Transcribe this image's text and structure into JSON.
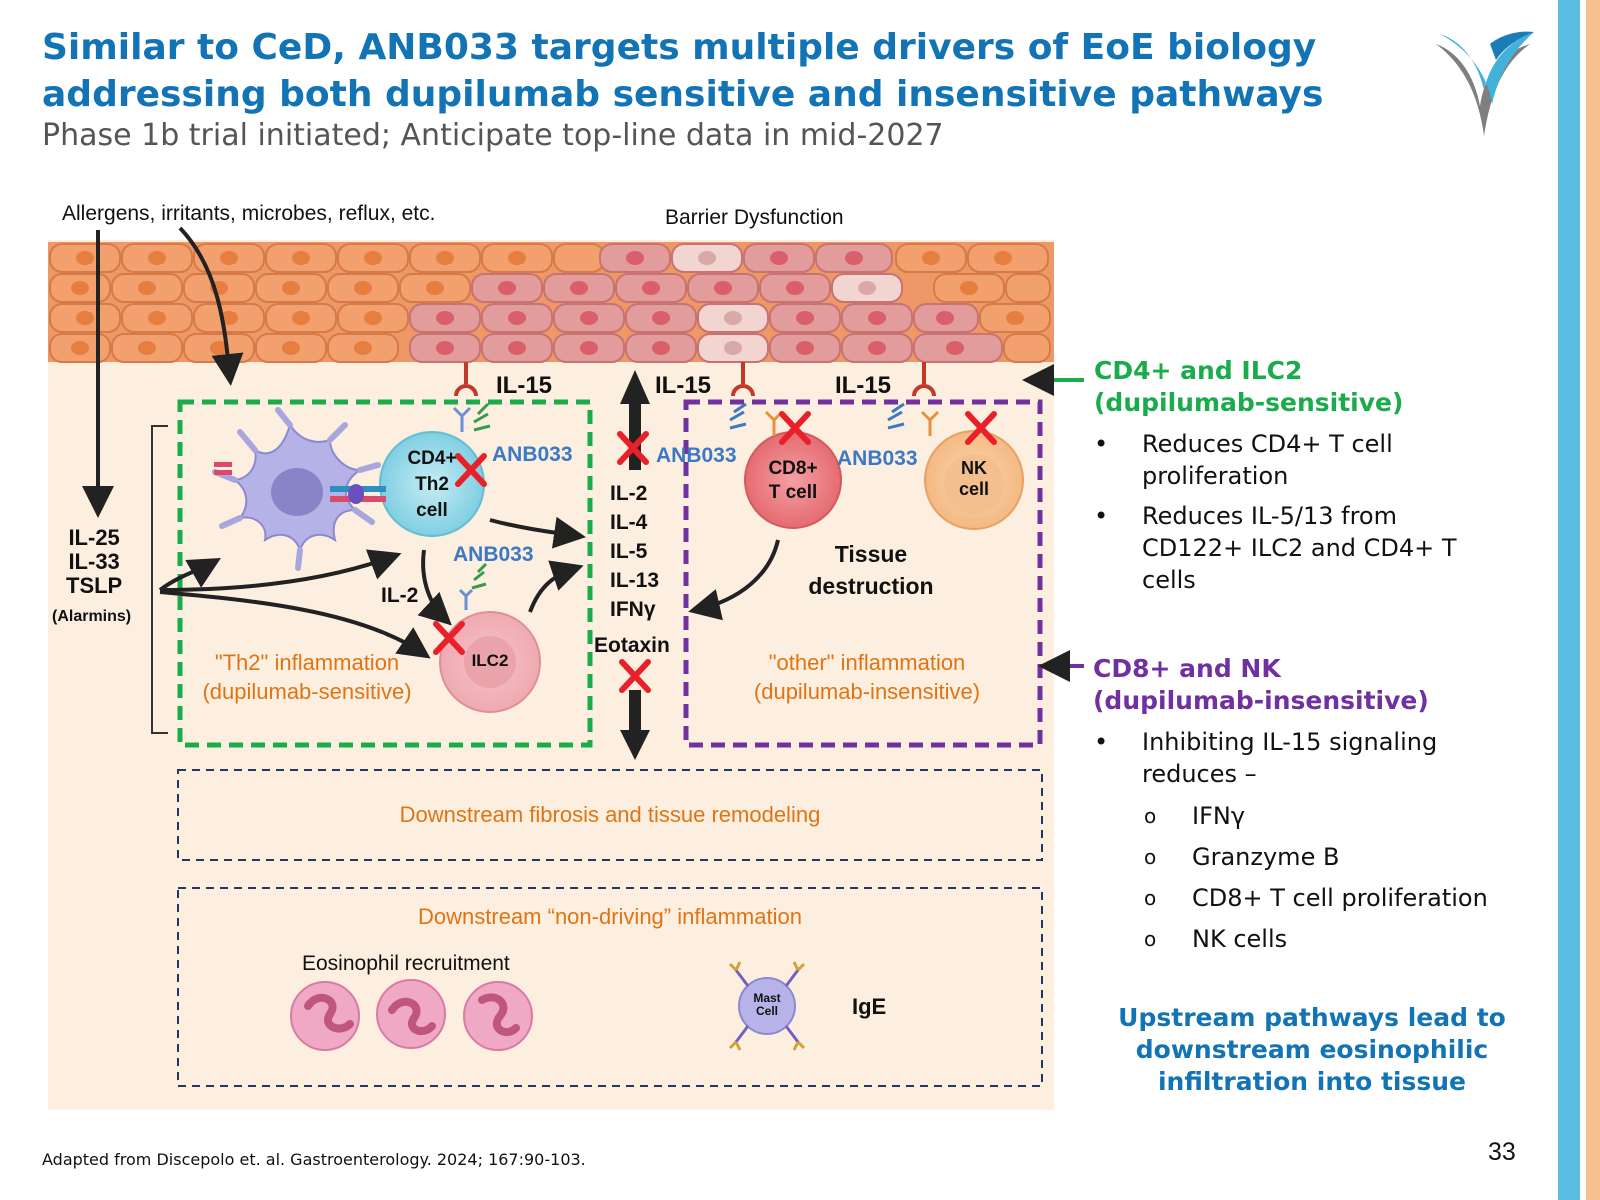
{
  "slide": {
    "title_line1": "Similar to CeD, ANB033 targets multiple drivers of EoE biology",
    "title_line2": "addressing both dupilumab sensitive and insensitive pathways",
    "subtitle": "Phase 1b trial initiated; Anticipate top-line data in mid-2027",
    "footnote": "Adapted from Discepolo et. al. Gastroenterology. 2024; 167:90-103.",
    "page_number": "33"
  },
  "colors": {
    "title_blue": "#1273b5",
    "green": "#1aab4b",
    "purple": "#7030a0",
    "orange_text": "#e07414",
    "anb_blue": "#3b79c4",
    "inhibit_red": "#e8202a",
    "stripe_blue": "#5bbde4",
    "stripe_orange": "#f5c08e"
  },
  "diagram": {
    "triggers": "Allergens, irritants, microbes, reflux, etc.",
    "barrier": "Barrier Dysfunction",
    "il15_1": "IL-15",
    "il15_2": "IL-15",
    "il15_3": "IL-15",
    "anb_1": "ANB033",
    "anb_2": "ANB033",
    "anb_3": "ANB033",
    "anb_4": "ANB033",
    "alarmins": [
      "IL-25",
      "IL-33",
      "TSLP"
    ],
    "alarmins_label": "(Alarmins)",
    "il2": "IL-2",
    "cd4_cell": [
      "CD4+",
      "Th2",
      "cell"
    ],
    "ilc2_cell": "ILC2",
    "cd8_cell": [
      "CD8+",
      "T cell"
    ],
    "nk_cell": [
      "NK",
      "cell"
    ],
    "cytokines": [
      "IL-2",
      "IL-4",
      "IL-5",
      "IL-13",
      "IFNγ",
      "Eotaxin"
    ],
    "tissue_destruction": [
      "Tissue",
      "destruction"
    ],
    "th2_inflammation": [
      "\"Th2\" inflammation",
      "(dupilumab-sensitive)"
    ],
    "other_inflammation": [
      "\"other\" inflammation",
      "(dupilumab-insensitive)"
    ],
    "fibrosis": "Downstream fibrosis and tissue remodeling",
    "non_driving": "Downstream “non-driving” inflammation",
    "eosinophil": "Eosinophil recruitment",
    "mast_cell": [
      "Mast",
      "Cell"
    ],
    "ige": "IgE"
  },
  "right_panel": {
    "group1_title": [
      "CD4+ and ILC2",
      "(dupilumab-sensitive)"
    ],
    "group1_bullets": [
      [
        "Reduces CD4+ T cell",
        "proliferation"
      ],
      [
        "Reduces IL-5/13 from",
        "CD122+ ILC2 and CD4+ T",
        "cells"
      ]
    ],
    "group2_title": [
      "CD8+ and NK",
      "(dupilumab-insensitive)"
    ],
    "group2_bullet": [
      "Inhibiting IL-15 signaling",
      "reduces –"
    ],
    "group2_subbullets": [
      "IFNγ",
      "Granzyme B",
      "CD8+ T cell proliferation",
      "NK cells"
    ],
    "bullet_mark": "•",
    "sub_mark": "o",
    "conclusion": [
      "Upstream pathways lead to",
      "downstream eosinophilic",
      "infiltration into tissue"
    ]
  }
}
